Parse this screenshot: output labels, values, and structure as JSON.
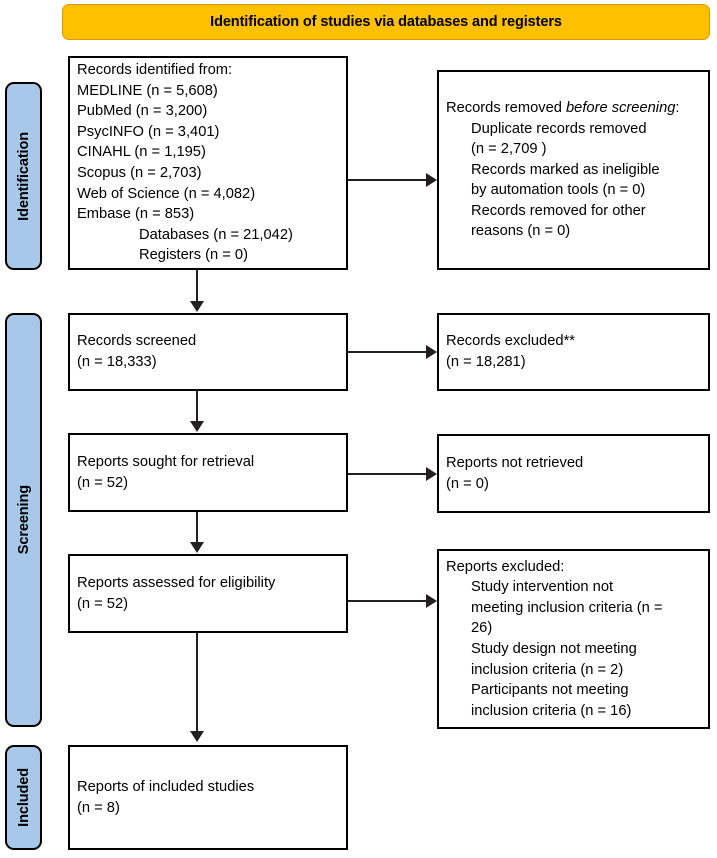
{
  "banner": {
    "label": "Identification of studies via databases and registers",
    "color": "#FFC000"
  },
  "stages": {
    "color": "#A8C8EA",
    "identification": "Identification",
    "screening": "Screening",
    "included": "Included"
  },
  "boxes": {
    "records_identified": {
      "heading": "Records identified from:",
      "lines": [
        "MEDLINE (n = 5,608)",
        "PubMed (n = 3,200)",
        "PsycINFO (n = 3,401)",
        "CINAHL (n = 1,195)",
        "Scopus (n = 2,703)",
        "Web of Science (n = 4,082)",
        "Embase (n = 853)"
      ],
      "indented": [
        "Databases (n = 21,042)",
        "Registers (n = 0)"
      ]
    },
    "records_removed": {
      "heading_pre": "Records removed ",
      "heading_italic": "before screening",
      "heading_post": ":",
      "indented": [
        "Duplicate records removed",
        "(n = 2,709 )",
        "Records marked as ineligible",
        "by automation tools (n = 0)",
        "Records removed for other",
        "reasons (n = 0)"
      ]
    },
    "records_screened": {
      "lines": [
        "Records screened",
        "(n = 18,333)"
      ]
    },
    "records_excluded": {
      "lines": [
        "Records excluded**",
        "(n = 18,281)"
      ]
    },
    "reports_sought": {
      "lines": [
        "Reports sought for retrieval",
        "(n = 52)"
      ]
    },
    "reports_not_retrieved": {
      "lines": [
        "Reports not retrieved",
        "(n = 0)"
      ]
    },
    "reports_assessed": {
      "lines": [
        "Reports assessed for eligibility",
        "(n = 52)"
      ]
    },
    "reports_excluded": {
      "heading": "Reports excluded:",
      "indented": [
        "Study intervention not",
        "meeting inclusion criteria (n =",
        "26)",
        "Study design not meeting",
        "inclusion criteria (n = 2)",
        "Participants not meeting",
        "inclusion criteria (n = 16)"
      ]
    },
    "reports_included": {
      "lines": [
        "Reports of included studies",
        "(n = 8)"
      ]
    }
  }
}
